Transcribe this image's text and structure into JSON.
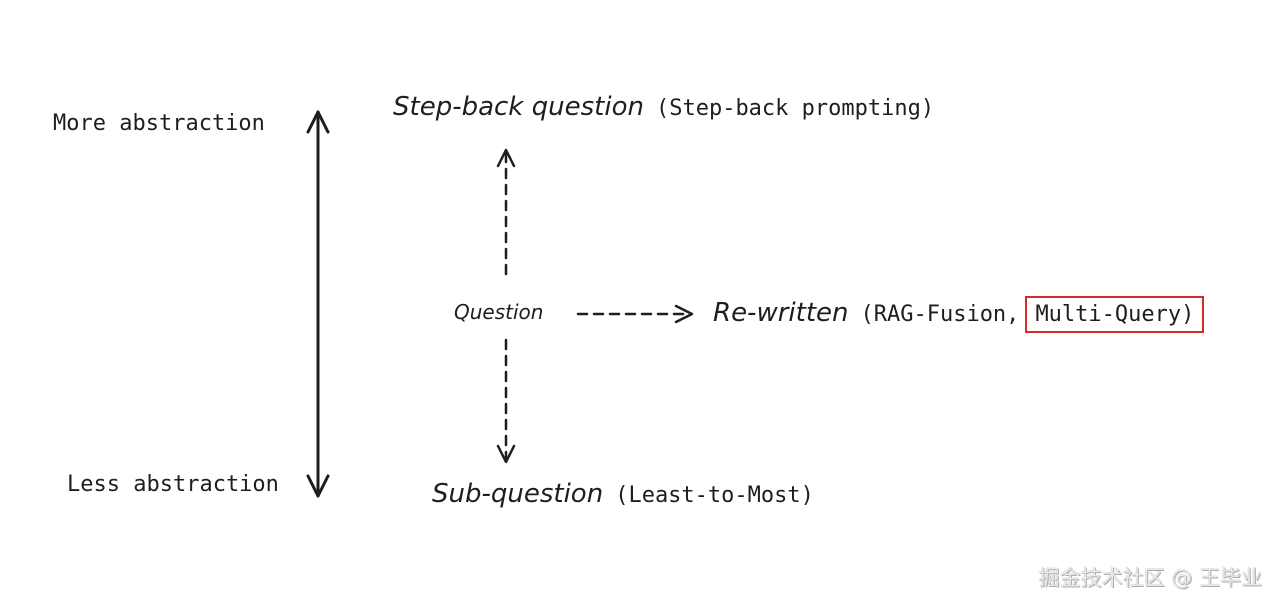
{
  "axis": {
    "top_label": "More abstraction",
    "bottom_label": "Less abstraction"
  },
  "nodes": {
    "step_back": {
      "title": "Step-back question",
      "detail": "(Step-back prompting)"
    },
    "question": {
      "title": "Question"
    },
    "rewritten": {
      "title": "Re-written",
      "detail_prefix": "(RAG-Fusion,",
      "detail_highlight": "Multi-Query)"
    },
    "sub_question": {
      "title": "Sub-question",
      "detail": "(Least-to-Most)"
    }
  },
  "colors": {
    "ink": "#1e1e1e",
    "highlight_border": "#d42a2a"
  },
  "watermark": "掘金技术社区 @ 王毕业"
}
